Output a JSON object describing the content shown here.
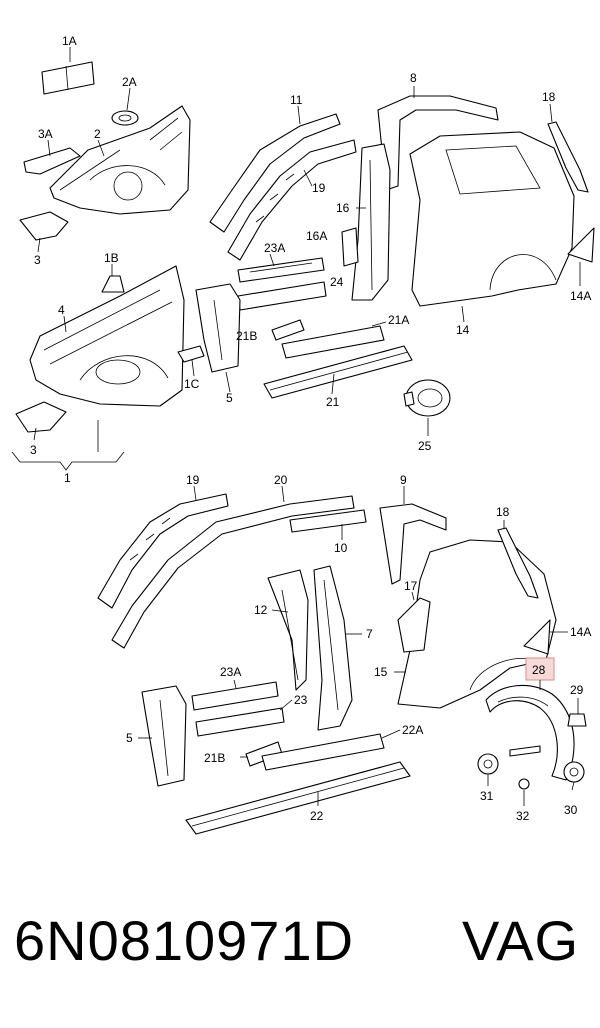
{
  "labels": {
    "l1A": "1A",
    "l2A": "2A",
    "l3A": "3A",
    "l2": "2",
    "l3a": "3",
    "l1B": "1B",
    "l4": "4",
    "l1C": "1C",
    "l5a": "5",
    "l3b": "3",
    "l1": "1",
    "l11": "11",
    "l19a": "19",
    "l23Aa": "23A",
    "l24": "24",
    "l21B": "21B",
    "l21Aa": "21A",
    "l21": "21",
    "l8": "8",
    "l18a": "18",
    "l16": "16",
    "l16A": "16A",
    "l14": "14",
    "l14Aa": "14A",
    "l25": "25",
    "l19b": "19",
    "l20": "20",
    "l9": "9",
    "l10": "10",
    "l18b": "18",
    "l12": "12",
    "l7": "7",
    "l17": "17",
    "l15": "15",
    "l14Ab": "14A",
    "l28": "28",
    "l29": "29",
    "l23Ab": "23A",
    "l23": "23",
    "l5b": "5",
    "l21Bb": "21B",
    "l22A": "22A",
    "l22": "22",
    "l31": "31",
    "l32": "32",
    "l30": "30"
  },
  "footer": {
    "part_number": "6N0810971D",
    "brand": "VAG"
  },
  "highlight_color": "#e08a8a"
}
